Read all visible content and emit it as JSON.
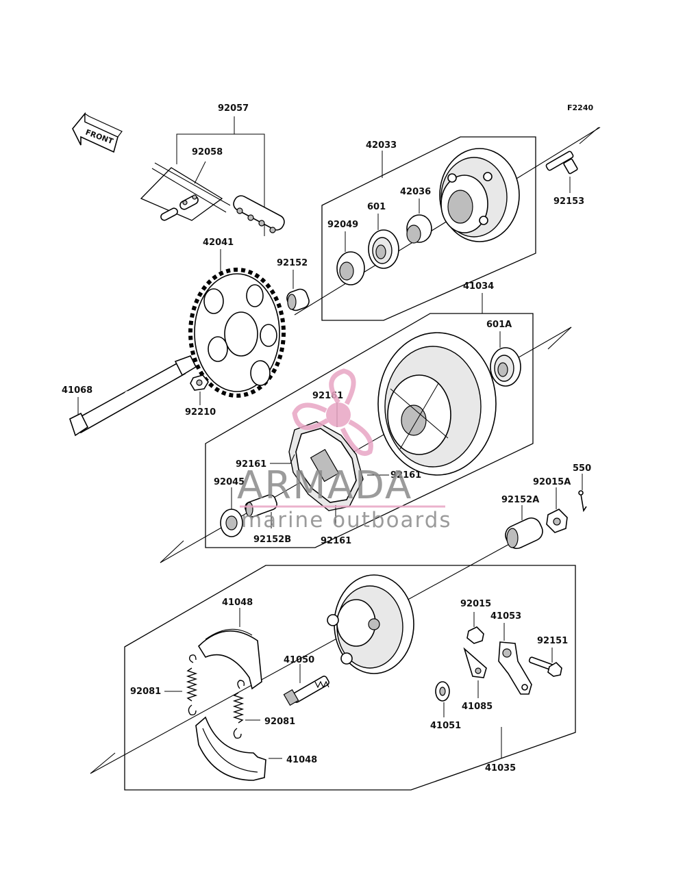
{
  "figure_code": "F2240",
  "front_label": "FRONT",
  "parts": {
    "p92057": "92057",
    "p92058": "92058",
    "p42033": "42033",
    "p92153": "92153",
    "p42036": "42036",
    "p601": "601",
    "p92049": "92049",
    "p42041": "42041",
    "p92152": "92152",
    "p41034": "41034",
    "p601A": "601A",
    "p41068": "41068",
    "p92210": "92210",
    "p92161_top": "92161",
    "p92161_left": "92161",
    "p92161_right": "92161",
    "p92161_bottom": "92161",
    "p92045": "92045",
    "p92152B": "92152B",
    "p550": "550",
    "p92015A": "92015A",
    "p92152A": "92152A",
    "p41048_top": "41048",
    "p92015": "92015",
    "p41053": "41053",
    "p92151": "92151",
    "p41050": "41050",
    "p92081_left": "92081",
    "p92081_right": "92081",
    "p41085": "41085",
    "p41051": "41051",
    "p41048_bottom": "41048",
    "p41035": "41035"
  },
  "watermark": {
    "title": "ARMADA",
    "subtitle": "marine outboards",
    "logo_color": "#e8a5c4"
  }
}
